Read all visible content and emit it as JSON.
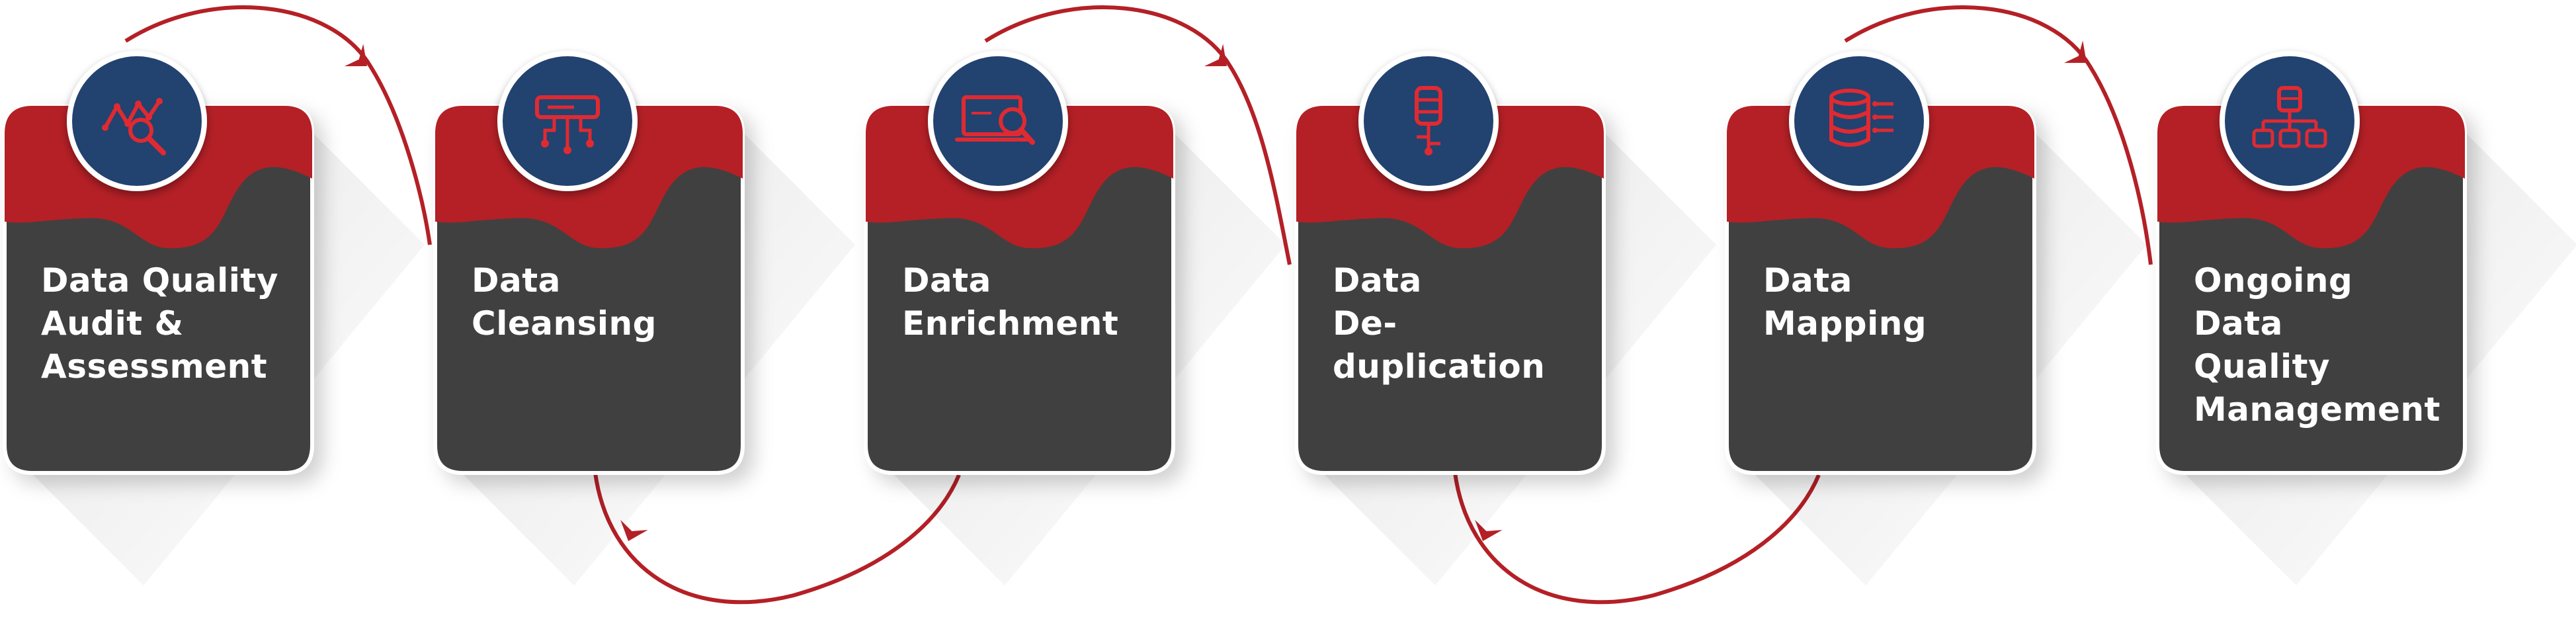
{
  "colors": {
    "card_dark": "#414141",
    "card_red": "#b42026",
    "icon_circle": "#21426f",
    "icon_ring": "#ffffff",
    "icon_glyph": "#e02a31",
    "connector": "#b42026",
    "label": "#ffffff"
  },
  "steps": [
    {
      "label_lines": [
        "Data Quality",
        "Audit &",
        "Assessment"
      ],
      "icon": "analytics-magnifier-icon"
    },
    {
      "label_lines": [
        "Data",
        "Cleansing"
      ],
      "icon": "data-filter-icon"
    },
    {
      "label_lines": [
        "Data",
        "Enrichment"
      ],
      "icon": "laptop-search-icon"
    },
    {
      "label_lines": [
        "Data",
        "De-",
        "duplication"
      ],
      "icon": "database-branch-icon"
    },
    {
      "label_lines": [
        "Data",
        "Mapping"
      ],
      "icon": "database-list-icon"
    },
    {
      "label_lines": [
        "Ongoing",
        "Data",
        "Quality",
        "Management"
      ],
      "icon": "database-hierarchy-icon"
    }
  ]
}
